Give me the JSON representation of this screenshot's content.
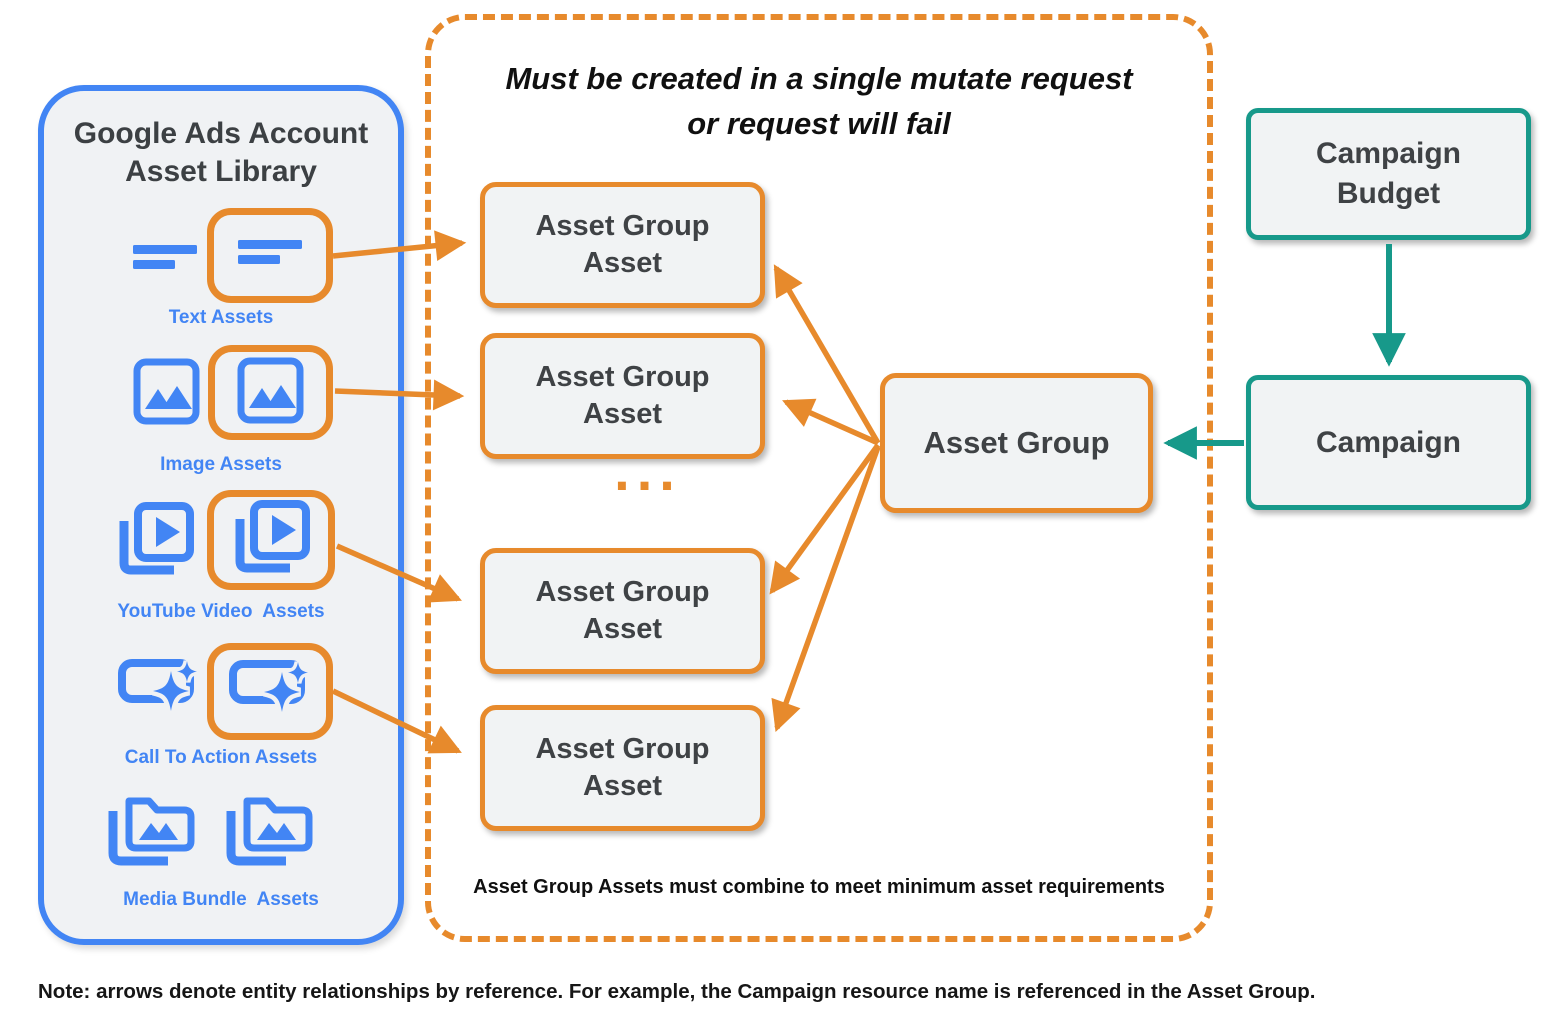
{
  "colors": {
    "orange": "#E78A2C",
    "blue": "#4285F4",
    "teal": "#17998A",
    "box_bg": "#F1F3F4",
    "dark_text": "#3F4245"
  },
  "asset_library": {
    "title": "Google Ads Account\nAsset Library",
    "items": [
      {
        "label": "Text Assets",
        "icon": "text-asset-icon",
        "highlighted": true
      },
      {
        "label": "Image Assets",
        "icon": "image-asset-icon",
        "highlighted": true
      },
      {
        "label": "YouTube Video  Assets",
        "icon": "youtube-video-asset-icon",
        "highlighted": true
      },
      {
        "label": "Call To Action Assets",
        "icon": "call-to-action-asset-icon",
        "highlighted": true
      },
      {
        "label": "Media Bundle  Assets",
        "icon": "media-bundle-asset-icon",
        "highlighted": false
      }
    ]
  },
  "mutate_container": {
    "title": "Must be created in a single mutate request\nor request will fail",
    "boxes": [
      "Asset Group\nAsset",
      "Asset Group\nAsset",
      "Asset Group\nAsset",
      "Asset Group\nAsset"
    ],
    "ellipsis": "...",
    "caption": "Asset Group Assets must combine to meet minimum asset requirements"
  },
  "asset_group": {
    "label": "Asset Group"
  },
  "campaign_budget": {
    "label": "Campaign\nBudget"
  },
  "campaign": {
    "label": "Campaign"
  },
  "note": "Note: arrows denote entity relationships by reference. For example, the Campaign resource name is referenced in the Asset Group."
}
